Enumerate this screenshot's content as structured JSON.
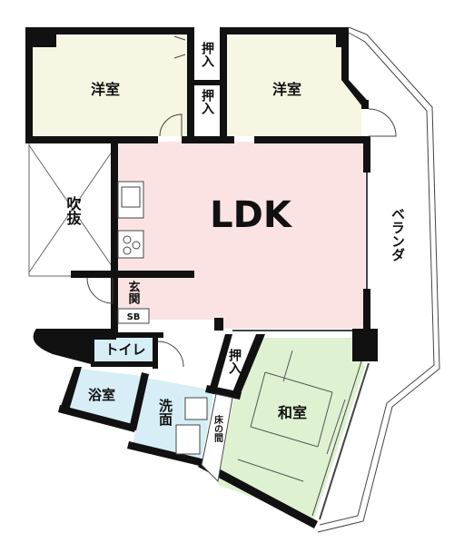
{
  "rooms": {
    "western_left": "洋室",
    "western_right": "洋室",
    "closet_top": "押入",
    "closet_mid": "押入",
    "closet_washitsu": "押入",
    "ldk": "LDK",
    "fukinuke": "吹抜",
    "genkan": "玄関",
    "shoe_box": "SB",
    "toilet": "トイレ",
    "bathroom": "浴室",
    "washroom": "洗面",
    "tokonoma": "床の間",
    "washitsu": "和室",
    "veranda": "ベランダ"
  },
  "colors": {
    "western": "#f6f6e2",
    "ldk": "#fbe3e3",
    "wet": "#d7eef6",
    "washitsu": "#def2d2",
    "wall": "#111111",
    "line": "#444444"
  }
}
